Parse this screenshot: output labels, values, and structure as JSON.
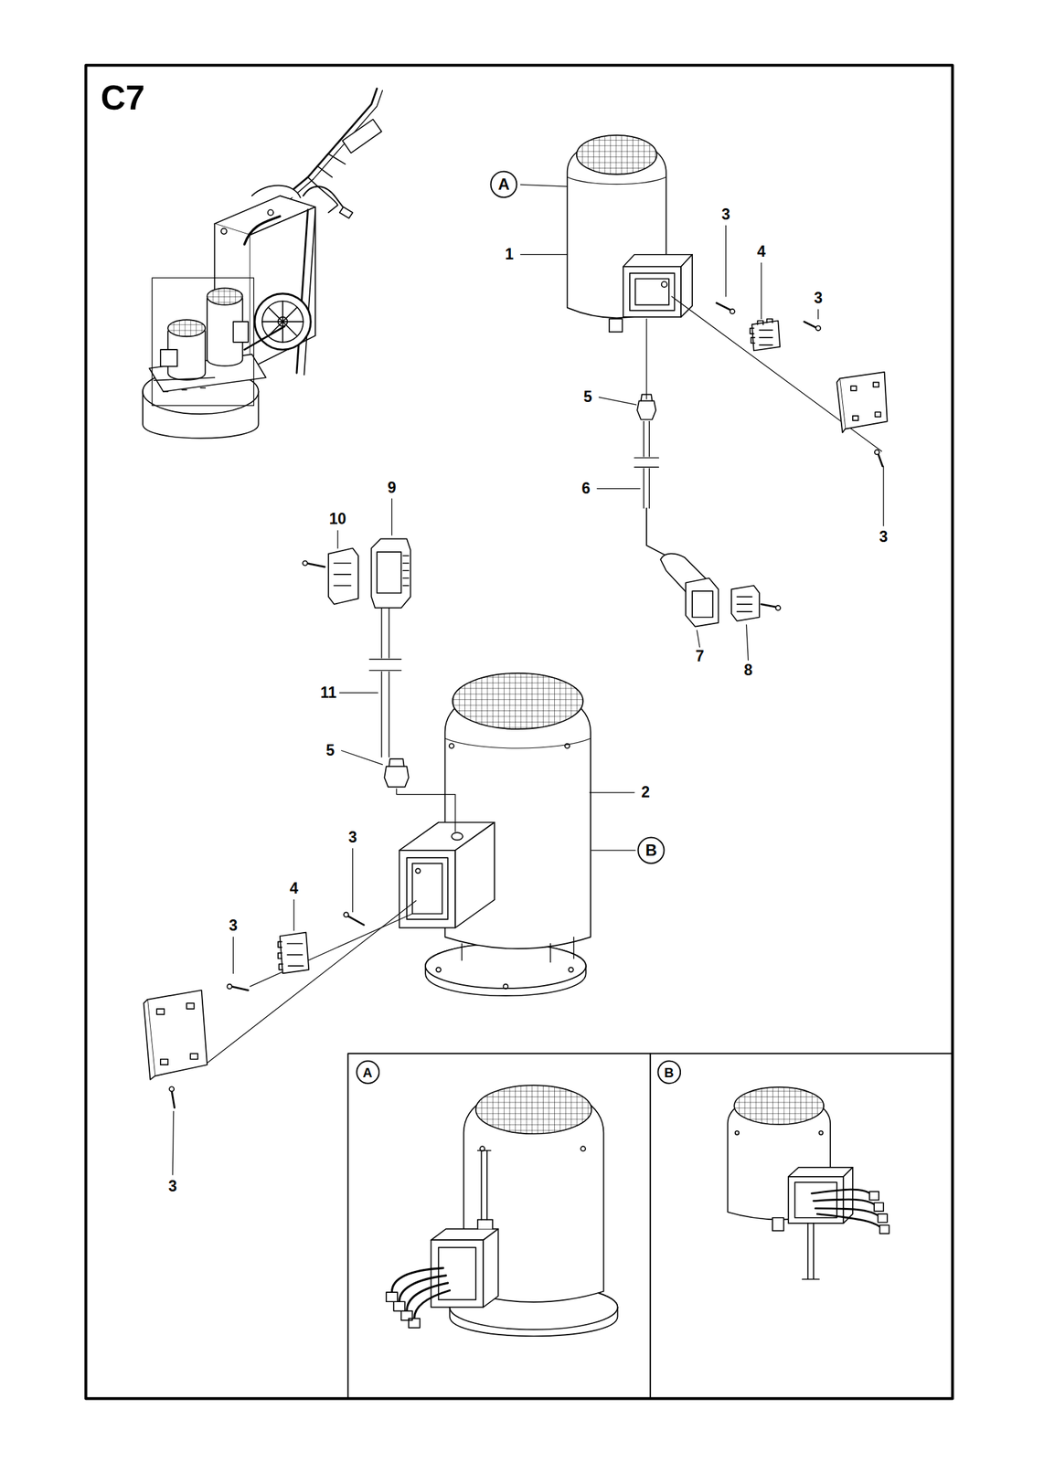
{
  "diagram": {
    "title": "C7",
    "nodes": [
      {
        "text": [
          "A"
        ]
      },
      {
        "text": [
          "B"
        ]
      },
      {
        "text": [
          "A"
        ]
      },
      {
        "text": [
          "B"
        ]
      }
    ],
    "labels": [
      "3",
      "4",
      "1",
      "3",
      "5",
      "9",
      "6",
      "10",
      "3",
      "7",
      "8",
      "11",
      "5",
      "2",
      "3",
      "4",
      "3",
      "3"
    ]
  }
}
